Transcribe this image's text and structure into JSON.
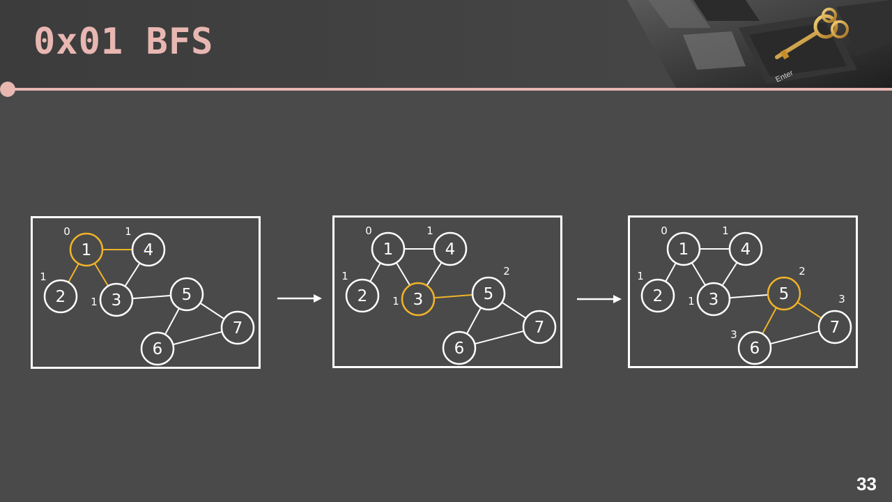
{
  "slide": {
    "title": "0x01  BFS",
    "page_number": "33",
    "accent_color": "#e8b7b2",
    "highlight_color": "#f0b429"
  },
  "diagram": {
    "nodes": [
      "1",
      "2",
      "3",
      "4",
      "5",
      "6",
      "7"
    ],
    "edges": [
      [
        "1",
        "2"
      ],
      [
        "1",
        "3"
      ],
      [
        "1",
        "4"
      ],
      [
        "3",
        "4"
      ],
      [
        "3",
        "5"
      ],
      [
        "5",
        "6"
      ],
      [
        "5",
        "7"
      ],
      [
        "6",
        "7"
      ]
    ],
    "panels": [
      {
        "step": 1,
        "current": "1",
        "highlight_edges": [
          [
            "1",
            "2"
          ],
          [
            "1",
            "3"
          ],
          [
            "1",
            "4"
          ]
        ],
        "labels": {
          "1": "0",
          "2": "1",
          "3": "1",
          "4": "1"
        }
      },
      {
        "step": 2,
        "current": "3",
        "highlight_edges": [
          [
            "3",
            "5"
          ]
        ],
        "labels": {
          "1": "0",
          "2": "1",
          "3": "1",
          "4": "1",
          "5": "2"
        }
      },
      {
        "step": 3,
        "current": "5",
        "highlight_edges": [
          [
            "5",
            "6"
          ],
          [
            "5",
            "7"
          ]
        ],
        "labels": {
          "1": "0",
          "2": "1",
          "3": "1",
          "4": "1",
          "5": "2",
          "6": "3",
          "7": "3"
        }
      }
    ]
  }
}
